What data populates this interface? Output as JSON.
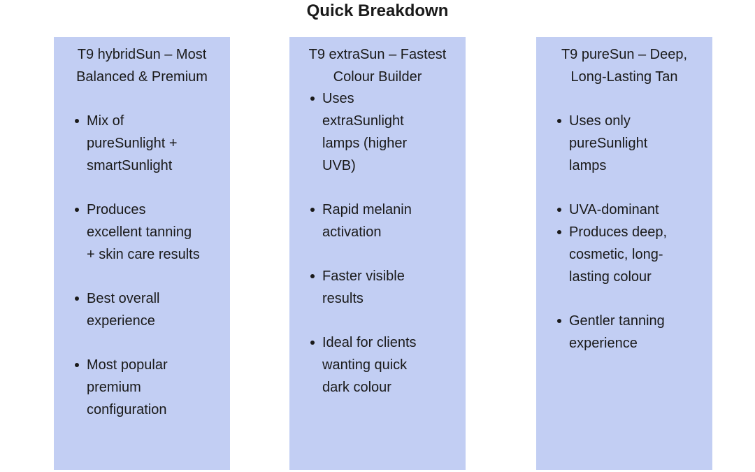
{
  "title": "Quick Breakdown",
  "columns": [
    {
      "title": [
        "T9 hybridSun – Most",
        "Balanced & Premium"
      ],
      "items": [
        [
          "Mix of",
          "pureSunlight +",
          "smartSunlight"
        ],
        [
          "Produces",
          "excellent tanning",
          "+ skin care results"
        ],
        [
          "Best overall",
          "experience"
        ],
        [
          "Most popular",
          "premium",
          "configuration"
        ]
      ]
    },
    {
      "title": [
        "T9 extraSun – Fastest",
        "Colour Builder"
      ],
      "items": [
        [
          "Uses",
          "extraSunlight",
          "lamps (higher",
          "UVB)"
        ],
        [
          "Rapid melanin",
          "activation"
        ],
        [
          "Faster visible",
          "results"
        ],
        [
          "Ideal for clients",
          "wanting quick",
          "dark colour"
        ]
      ]
    },
    {
      "title": [
        "T9 pureSun – Deep,",
        "Long-Lasting Tan"
      ],
      "items": [
        [
          "Uses only",
          "pureSunlight",
          "lamps"
        ],
        [
          "UVA-dominant"
        ],
        [
          "Produces deep,",
          "cosmetic, long-",
          "lasting colour"
        ],
        [
          "Gentler tanning",
          "experience"
        ]
      ]
    }
  ]
}
